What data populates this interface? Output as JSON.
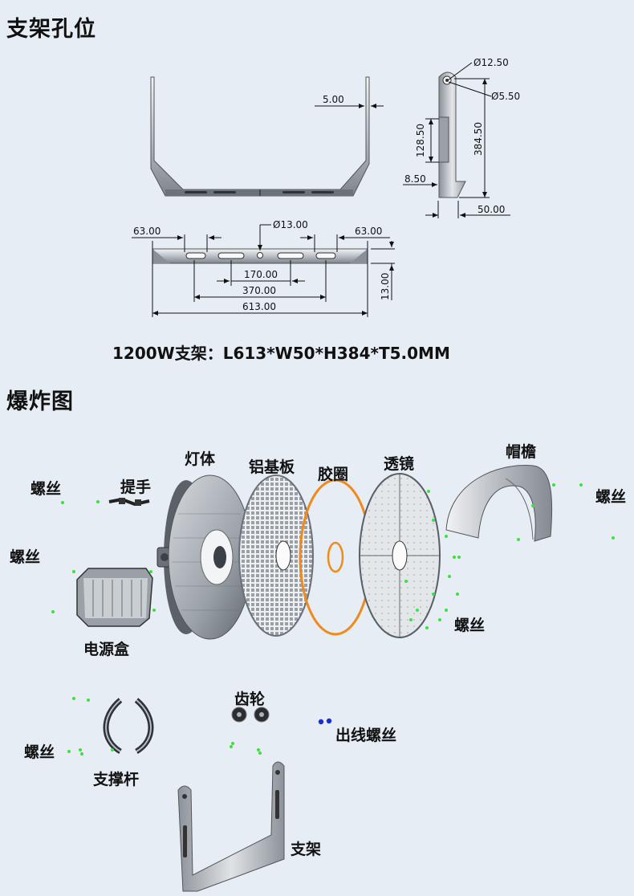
{
  "sections": {
    "bracket_holes_title": "支架孔位",
    "exploded_title": "爆炸图"
  },
  "spec_text": "1200W支架：L613*W50*H384*T5.0MM",
  "dimensions": {
    "plate_thickness": "5.00",
    "hole_dia_big": "Ø12.50",
    "hole_dia_small": "Ø5.50",
    "slot_height": "128.50",
    "total_height": "384.50",
    "tab_width": "8.50",
    "bracket_width": "50.00",
    "center_hole": "Ø13.00",
    "left_offset": "63.00",
    "right_offset": "63.00",
    "span_170": "170.00",
    "span_370": "370.00",
    "total_length": "613.00",
    "base_height": "13.00"
  },
  "parts": {
    "lamp_body": "灯体",
    "aluminum_plate": "铝基板",
    "gasket": "胶圈",
    "lens": "透镜",
    "visor": "帽檐",
    "screw_1": "螺丝",
    "screw_2": "螺丝",
    "screw_3": "螺丝",
    "screw_4": "螺丝",
    "screw_5": "螺丝",
    "handle": "提手",
    "power_box": "电源盒",
    "gear": "齿轮",
    "outlet_screw": "出线螺丝",
    "support_rod": "支撑杆",
    "bracket": "支架"
  },
  "colors": {
    "background": "#e6edf5",
    "gasket_orange": "#f08a1c",
    "screw_green": "#3fe03f",
    "outlet_blue": "#1a2fd0"
  }
}
